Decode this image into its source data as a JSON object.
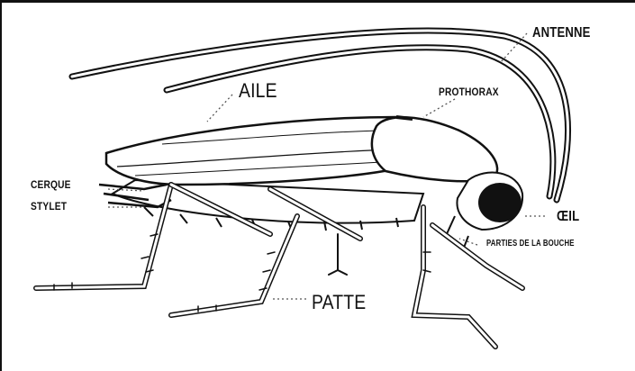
{
  "labels": {
    "antenne": "ANTENNE",
    "aile": "AILE",
    "prothorax": "PROTHORAX",
    "cerque": "CERQUE",
    "stylet": "STYLET",
    "oeil": "ŒIL",
    "parties_bouche": "PARTIES DE LA BOUCHE",
    "patte": "PATTE"
  }
}
